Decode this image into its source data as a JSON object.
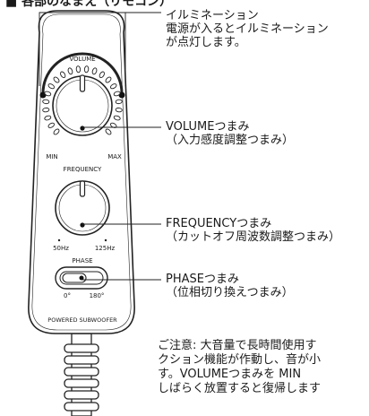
{
  "header": {
    "title_partial": "■ 各部のなまえ（リモコン）"
  },
  "remote": {
    "volume_label": "VOLUME",
    "volume_min": "MIN",
    "volume_max": "MAX",
    "frequency_label": "FREQUENCY",
    "freq_min": "50Hz",
    "freq_max": "125Hz",
    "phase_label": "PHASE",
    "phase_0": "0°",
    "phase_180": "180°",
    "brand": "POWERED SUBWOOFER"
  },
  "callouts": {
    "illumination": [
      "イルミネーション",
      "電源が入るとイルミネーション",
      "が点灯します。"
    ],
    "volume": [
      "VOLUMEつまみ",
      "（入力感度調整つまみ）"
    ],
    "frequency": [
      "FREQUENCYつまみ",
      "（カットオフ周波数調整つまみ）"
    ],
    "phase": [
      "PHASEつまみ",
      "（位相切り換えつまみ）"
    ]
  },
  "note": [
    "ご注意: 大音量で長時間使用す",
    "クション機能が作動し、音が小",
    "す。VOLUMEつまみを MIN",
    "しばらく放置すると復帰します"
  ]
}
